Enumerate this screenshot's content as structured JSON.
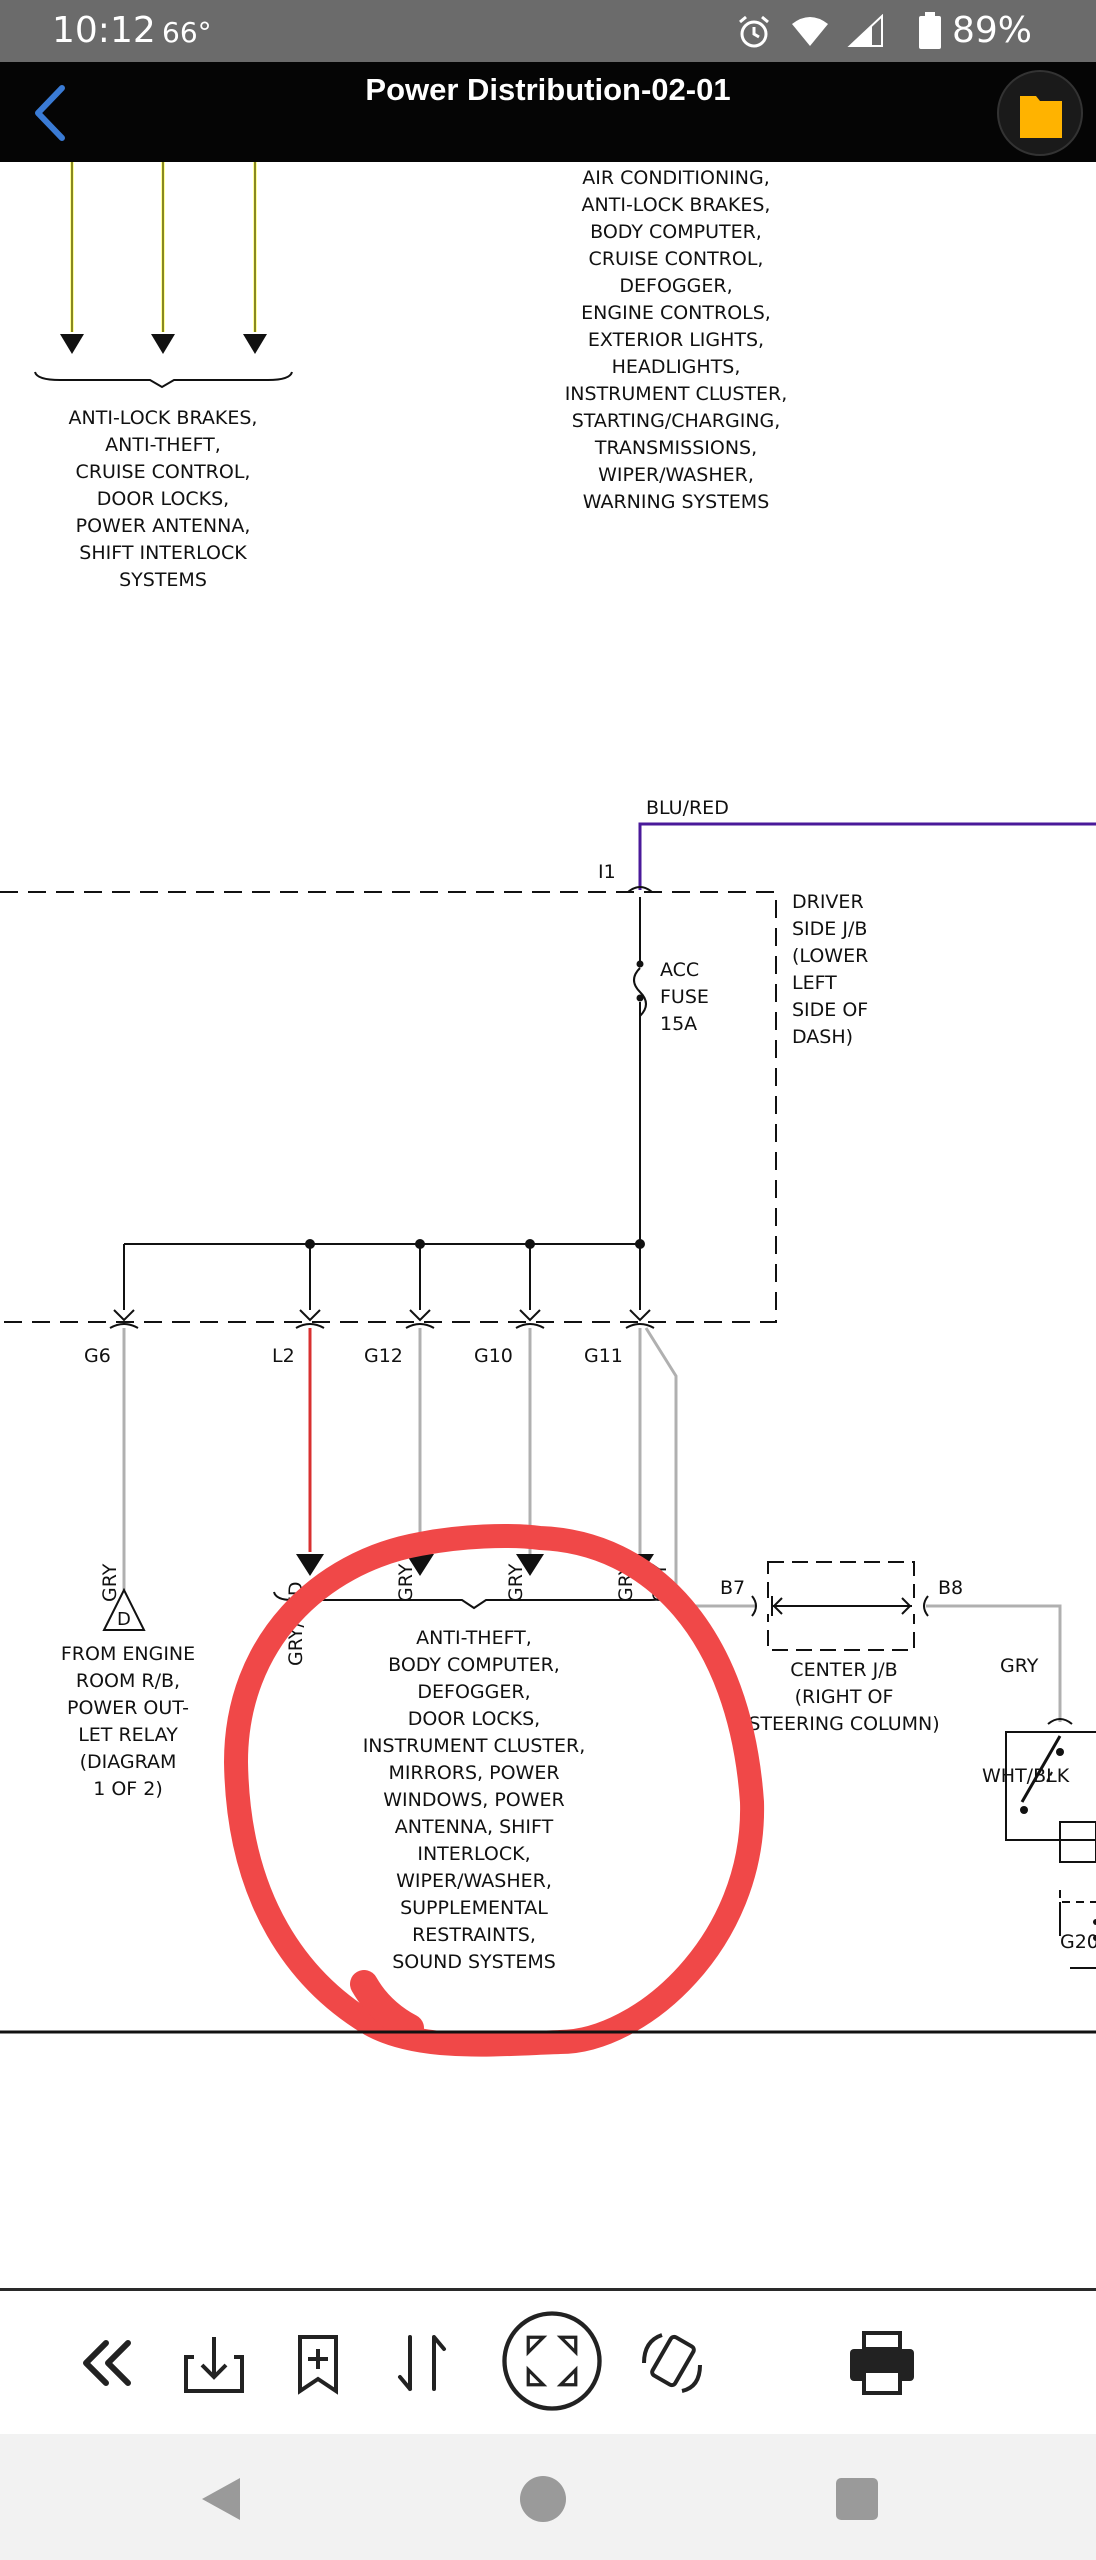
{
  "status_bar": {
    "time": "10:12",
    "temperature": "66°",
    "battery": "89%",
    "icons": [
      "alarm-icon",
      "wifi-icon",
      "signal-icon",
      "battery-icon"
    ]
  },
  "header": {
    "title": "Power Distribution-02-01",
    "back_icon": "chevron-left-icon",
    "folder_icon": "folder-icon",
    "accent_color": "#ffb300"
  },
  "diagram": {
    "left_group_text": [
      "ANTI-LOCK BRAKES,",
      "ANTI-THEFT,",
      "CRUISE CONTROL,",
      "DOOR LOCKS,",
      "POWER ANTENNA,",
      "SHIFT INTERLOCK",
      "SYSTEMS"
    ],
    "top_group_text": [
      "AIR CONDITIONING,",
      "ANTI-LOCK BRAKES,",
      "BODY COMPUTER,",
      "CRUISE CONTROL,",
      "DEFOGGER,",
      "ENGINE CONTROLS,",
      "EXTERIOR LIGHTS,",
      "HEADLIGHTS,",
      "INSTRUMENT CLUSTER,",
      "STARTING/CHARGING,",
      "TRANSMISSIONS,",
      "WIPER/WASHER,",
      "WARNING SYSTEMS"
    ],
    "wire_blu_red": "BLU/RED",
    "connector_i1": "I1",
    "fuse_label": [
      "ACC",
      "FUSE",
      "15A"
    ],
    "driver_jb": [
      "DRIVER",
      "SIDE J/B",
      "(LOWER",
      "LEFT",
      "SIDE OF",
      "DASH)"
    ],
    "connectors": [
      "G6",
      "L2",
      "G12",
      "G10",
      "G11"
    ],
    "wire_gry": "GRY",
    "wire_gry_red": "GRY/RED",
    "b7": "B7",
    "b8": "B8",
    "center_jb": [
      "CENTER J/B",
      "(RIGHT OF",
      "STEERING COLUMN)"
    ],
    "d_marker": "D",
    "from_engine": [
      "FROM ENGINE",
      "ROOM R/B,",
      "POWER OUT-",
      "LET RELAY",
      "(DIAGRAM",
      "1 OF 2)"
    ],
    "bottom_group_text": [
      "ANTI-THEFT,",
      "BODY COMPUTER,",
      "DEFOGGER,",
      "DOOR LOCKS,",
      "INSTRUMENT CLUSTER,",
      "MIRRORS, POWER",
      "WINDOWS, POWER",
      "ANTENNA, SHIFT",
      "INTERLOCK,",
      "WIPER/WASHER,",
      "SUPPLEMENTAL",
      "RESTRAINTS,",
      "SOUND SYSTEMS"
    ],
    "wht_blk": "WHT/BLK",
    "ground_label": "G20",
    "wire_colors": {
      "yellow": "#ffff33",
      "blu_red": "#4a1a9a",
      "gry": "#b0b0b0",
      "gry_red": "#d83030",
      "annotation": "#f04848"
    }
  },
  "toolbar": {
    "icons": [
      "double-chevron-left-icon",
      "download-icon",
      "bookmark-add-icon",
      "sort-icon",
      "fullscreen-icon",
      "rotate-icon",
      "print-icon"
    ]
  },
  "nav_bar": {
    "icons": [
      "back-triangle-icon",
      "home-circle-icon",
      "recents-square-icon"
    ]
  }
}
